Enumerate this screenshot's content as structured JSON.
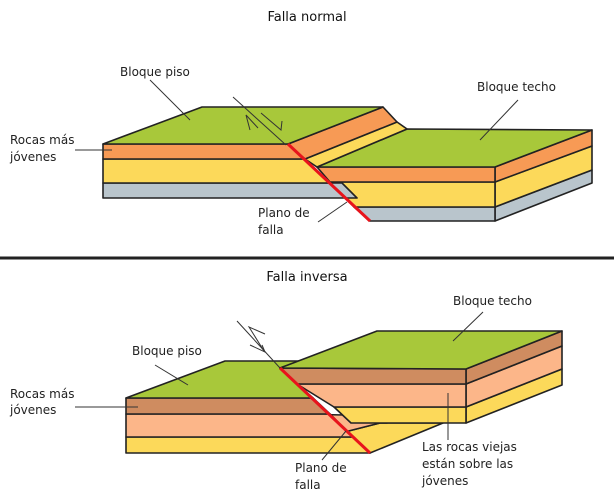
{
  "normal": {
    "title": "Falla normal",
    "footwall_label": "Bloque piso",
    "hanging_label": "Bloque techo",
    "young_rocks_line1": "Rocas más",
    "young_rocks_line2": "jóvenes",
    "plane_line1": "Plano de",
    "plane_line2": "falla"
  },
  "reverse": {
    "title": "Falla inversa",
    "footwall_label": "Bloque piso",
    "hanging_label": "Bloque techo",
    "young_rocks_line1": "Rocas más",
    "young_rocks_line2": "jóvenes",
    "plane_line1": "Plano de",
    "plane_line2": "falla",
    "old_over_young_line1": "Las rocas viejas",
    "old_over_young_line2": "están sobre las",
    "old_over_young_line3": "jóvenes"
  },
  "colors": {
    "top": "#a8c83a",
    "orange": "#f79a55",
    "yellow": "#fcd95a",
    "gray": "#b9c5cc",
    "brown": "#cf8c60",
    "salmon": "#fcb689",
    "fault": "#e8141c"
  }
}
